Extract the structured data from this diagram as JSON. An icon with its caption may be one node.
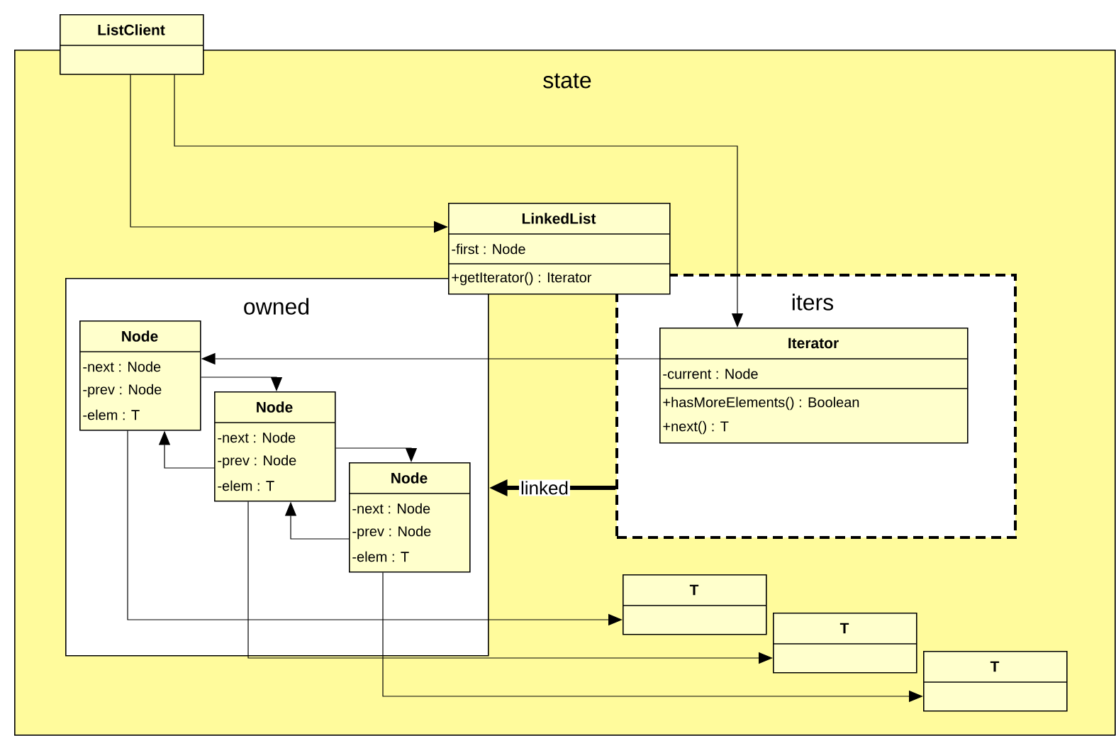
{
  "diagram": {
    "nodes": [
      {
        "text": [
          "state"
        ]
      },
      {
        "text": [
          "ListClient"
        ]
      },
      {
        "text": [
          "LinkedList",
          "-first : Node",
          "+getIterator() : Iterator"
        ],
        "in": 0
      },
      {
        "text": [
          "owned"
        ],
        "in": 0
      },
      {
        "text": [
          "Node",
          "-next : Node",
          "-prev : Node",
          "-elem : T"
        ],
        "in": 3
      },
      {
        "text": [
          "Node",
          "-next : Node",
          "-prev : Node",
          "-elem : T"
        ],
        "in": 3
      },
      {
        "text": [
          "Node",
          "-next : Node",
          "-prev : Node",
          "-elem : T"
        ],
        "in": 3
      },
      {
        "text": [
          "iters"
        ],
        "in": 0
      },
      {
        "text": [
          "Iterator",
          "-current : Node",
          "+hasMoreElements() : Boolean",
          "+next() : T"
        ],
        "in": 7
      },
      {
        "text": [
          "T"
        ],
        "in": 0
      },
      {
        "text": [
          "T"
        ],
        "in": 0
      },
      {
        "text": [
          "T"
        ],
        "in": 0
      }
    ],
    "edges": [
      {
        "from": 1,
        "to": 2,
        "arrow": "to"
      },
      {
        "from": 1,
        "to": 8,
        "arrow": "to"
      },
      {
        "from": 8,
        "to": 4,
        "arrow": "to"
      },
      {
        "from": 4,
        "to": 5,
        "arrow": "to"
      },
      {
        "from": 5,
        "to": 4,
        "arrow": "to"
      },
      {
        "from": 5,
        "to": 6,
        "arrow": "to"
      },
      {
        "from": 6,
        "to": 5,
        "arrow": "to"
      },
      {
        "from": 4,
        "to": 9,
        "arrow": "to"
      },
      {
        "from": 5,
        "to": 10,
        "arrow": "to"
      },
      {
        "from": 6,
        "to": 11,
        "arrow": "to"
      },
      {
        "from": 7,
        "to": 3,
        "arrow": "to",
        "label": "linked",
        "style": "thick"
      }
    ]
  }
}
